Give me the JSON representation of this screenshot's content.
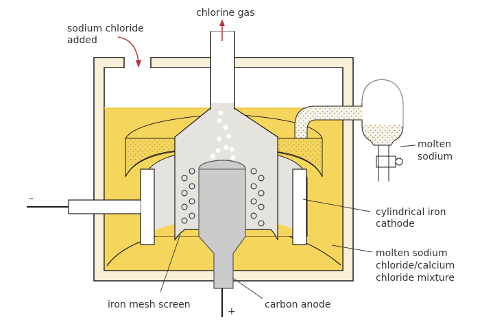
{
  "title": "Electrolysis of molten sodium chloride (Downs cell)",
  "labels": {
    "chlorine_gas": "chlorine gas",
    "sodium_chloride_added": [
      "sodium chloride",
      "added"
    ],
    "molten_sodium": [
      "molten",
      "sodium"
    ],
    "cylindrical_iron_cathode": [
      "cylindrical iron",
      "cathode"
    ],
    "molten_mixture": [
      "molten sodium",
      "chloride/calcium",
      "chloride mixture"
    ],
    "iron_mesh_screen": "iron mesh screen",
    "carbon_anode": "carbon anode",
    "negative_terminal": "–",
    "positive_terminal": "+"
  },
  "colors": {
    "melt": "#f6d55c",
    "casing": "#faf0d7",
    "hood": "#e4e3de",
    "anode": "#cbcbcb",
    "arrow": "#b8333a",
    "outline": "#1a1a1a",
    "dots_sodium": "#b59a55",
    "bubbles": "#ffffff"
  }
}
